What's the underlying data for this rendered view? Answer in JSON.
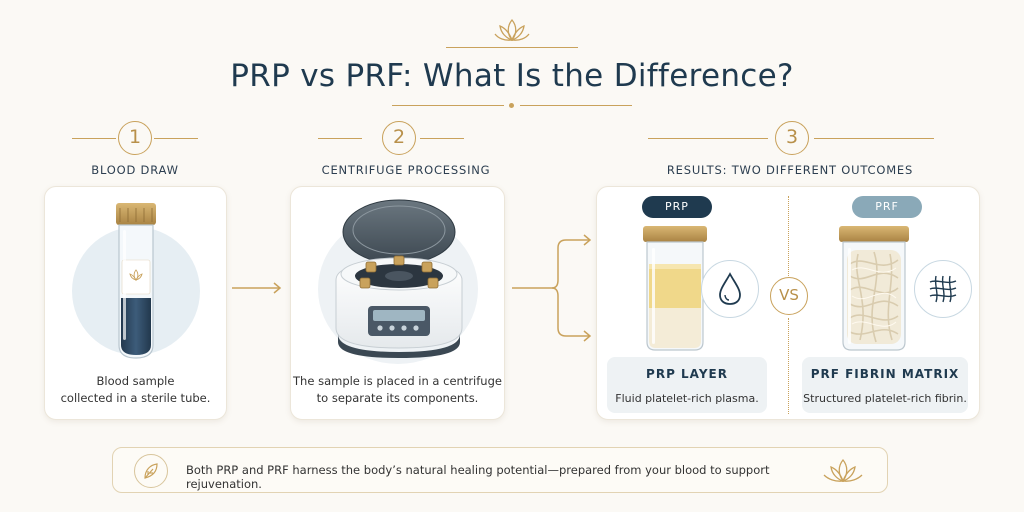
{
  "header": {
    "title": "PRP vs PRF: What Is the Difference?"
  },
  "steps": [
    {
      "number": "1",
      "label": "BLOOD DRAW",
      "caption_line1": "Blood sample",
      "caption_line2": "collected in a sterile tube."
    },
    {
      "number": "2",
      "label": "CENTRIFUGE PROCESSING",
      "caption_line1": "The sample is placed in a centrifuge",
      "caption_line2": "to separate its components."
    },
    {
      "number": "3",
      "label": "RESULTS: TWO DIFFERENT OUTCOMES"
    }
  ],
  "results": {
    "prp": {
      "pill": "PRP",
      "title": "PRP LAYER",
      "desc": "Fluid platelet-rich plasma."
    },
    "vs": "VS",
    "prf": {
      "pill": "PRF",
      "title": "PRF FIBRIN MATRIX",
      "desc": "Structured platelet-rich fibrin."
    }
  },
  "footer": {
    "text": "Both PRP and PRF harness the body’s natural healing potential—prepared from your blood to support rejuvenation."
  },
  "centrifuge": {
    "display": ""
  },
  "colors": {
    "navy": "#1f3a4f",
    "gold": "#c9a25c",
    "prp_pill": "#1f3a4f",
    "prf_pill": "#8aa9b8",
    "plasma": "#f0d88a",
    "blood": "#2f4b66"
  },
  "icons": [
    "lotus-icon",
    "droplet-icon",
    "mesh-icon",
    "leaf-icon",
    "arrow-right-icon"
  ]
}
